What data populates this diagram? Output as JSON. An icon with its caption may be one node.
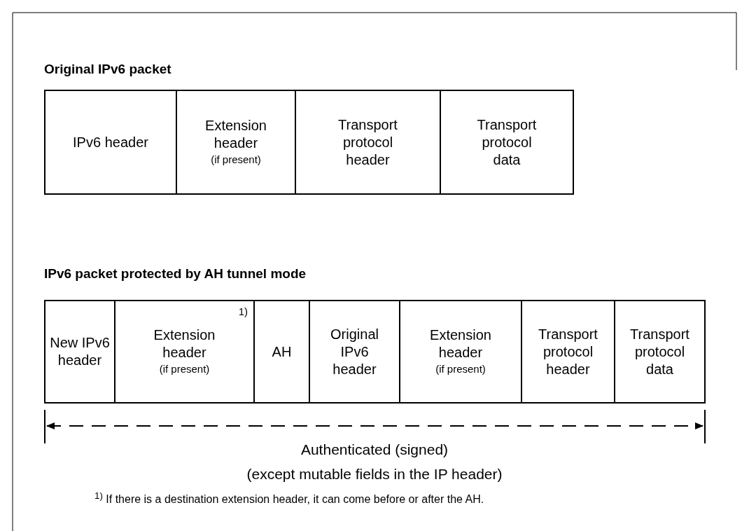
{
  "diagram": {
    "nodes": [
      {
        "text": [
          "Original IPv6 packet"
        ]
      },
      {
        "text": [
          "IPv6 header"
        ],
        "in": 0
      },
      {
        "text": [
          "Extension header",
          "(if present)"
        ],
        "in": 0
      },
      {
        "text": [
          "Transport protocol header"
        ],
        "in": 0
      },
      {
        "text": [
          "Transport protocol data"
        ],
        "in": 0
      },
      {
        "text": [
          "IPv6 packet protected by AH tunnel mode"
        ]
      },
      {
        "text": [
          "New IPv6 header"
        ],
        "in": 5
      },
      {
        "text": [
          "Extension header",
          "(if present)",
          "1)"
        ],
        "in": 5
      },
      {
        "text": [
          "AH"
        ],
        "in": 5
      },
      {
        "text": [
          "Original IPv6 header"
        ],
        "in": 5
      },
      {
        "text": [
          "Extension header",
          "(if present)"
        ],
        "in": 5
      },
      {
        "text": [
          "Transport protocol header"
        ],
        "in": 5
      },
      {
        "text": [
          "Transport protocol data"
        ],
        "in": 5
      }
    ],
    "labels": [
      "Authenticated (signed)",
      "(except mutable fields in the IP header)",
      "$^{1)}$ If there is a destination extension header, it can come before or after the AH."
    ]
  }
}
